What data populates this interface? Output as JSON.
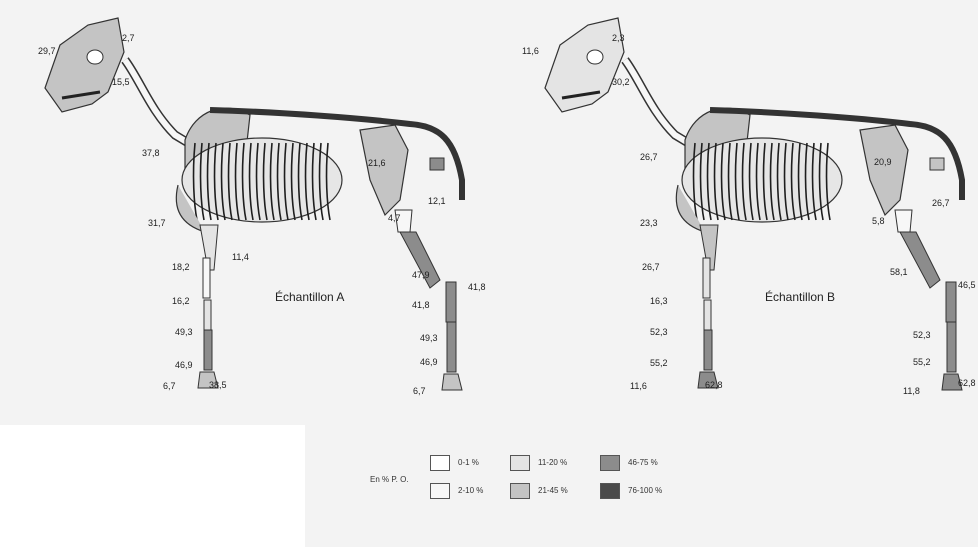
{
  "panels": [
    {
      "title": "Échantillon A",
      "labels": [
        "29,7",
        "2,7",
        "15,5",
        "37,8",
        "31,7",
        "11,4",
        "18,2",
        "16,2",
        "49,3",
        "46,9",
        "6,7",
        "38,5",
        "21,6",
        "12,1",
        "4,7",
        "47,9",
        "41,8",
        "41,8",
        "49,3",
        "46,9",
        "6,7"
      ]
    },
    {
      "title": "Échantillon B",
      "labels": [
        "11,6",
        "2,3",
        "30,2",
        "26,7",
        "23,3",
        "26,7",
        "16,3",
        "52,3",
        "55,2",
        "11,6",
        "62,8",
        "20,9",
        "26,7",
        "5,8",
        "58,1",
        "46,5",
        "52,3",
        "55,2",
        "11,8",
        "62,8"
      ]
    }
  ],
  "legend": {
    "prefix": "En % P. O.",
    "items": [
      {
        "label": "0-1 %",
        "color": "#ffffff"
      },
      {
        "label": "2-10 %",
        "color": "#f7f7f7"
      },
      {
        "label": "11-20 %",
        "color": "#e4e4e4"
      },
      {
        "label": "21-45 %",
        "color": "#c4c4c4"
      },
      {
        "label": "46-75 %",
        "color": "#8c8c8c"
      },
      {
        "label": "76-100 %",
        "color": "#4a4a4a"
      }
    ]
  }
}
